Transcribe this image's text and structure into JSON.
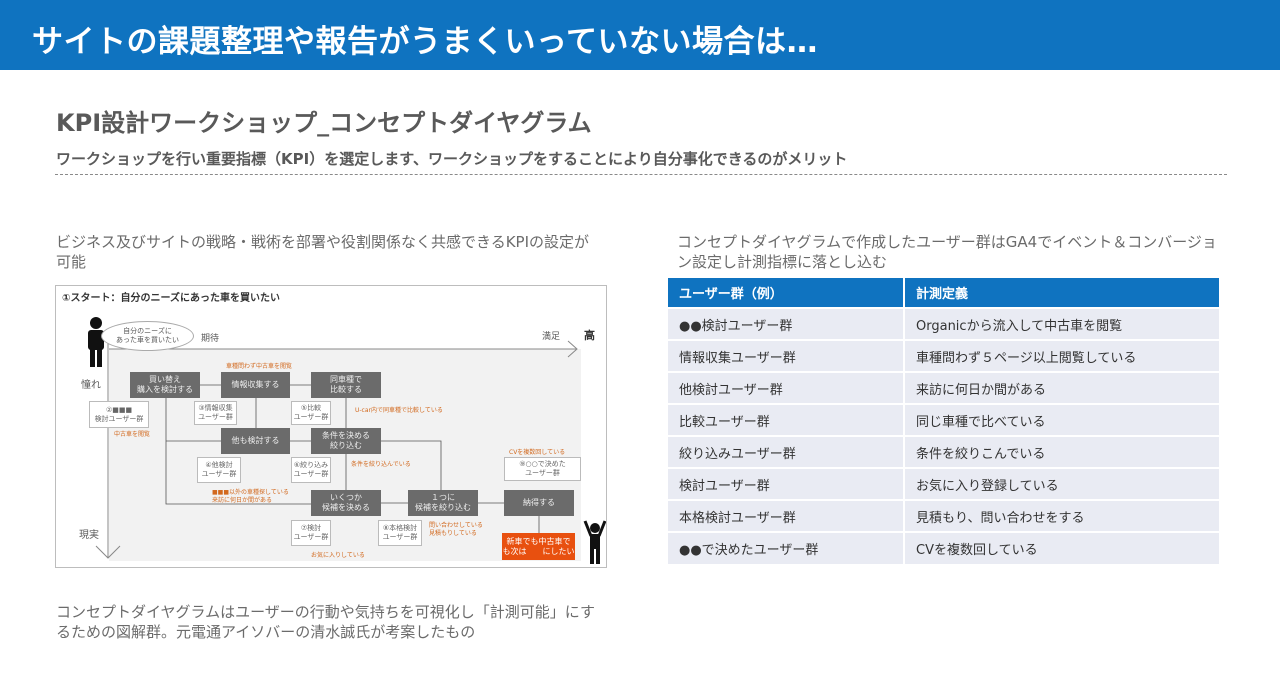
{
  "header": {
    "title": "サイトの課題整理や報告がうまくいっていない場合は…"
  },
  "section": {
    "title": "KPI設計ワークショップ_コンセプトダイヤグラム",
    "subtitle": "ワークショップを行い重要指標（KPI）を選定します、ワークショップをすることにより自分事化できるのがメリット"
  },
  "left": {
    "intro": "ビジネス及びサイトの戦略・戦術を部署や役割関係なく共感できるKPIの設定が可能",
    "caption": "コンセプトダイヤグラムはユーザーの行動や気持ちを可視化し「計測可能」にするための図解群。元電通アイソバーの清水誠氏が考案したもの"
  },
  "diagram": {
    "title": "①スタート：自分のニーズにあった車を買いたい",
    "bubble": "自分のニーズに\nあった車を買いたい",
    "axis": {
      "expect": "期待",
      "satisfy": "満足",
      "high": "高",
      "longing": "憧れ",
      "reality": "現実"
    },
    "boxes": [
      "買い替え\n購入を検討する",
      "情報収集する",
      "同車種で\n比較する",
      "他も検討する",
      "条件を決める\n絞り込む",
      "いくつか\n候補を決める",
      "１つに\n候補を絞り込む",
      "納得する"
    ],
    "goal": "新車でも中古車で\nも次は　　にしたい",
    "callouts": [
      "②■■■\n検討ユーザー群",
      "③情報収集\nユーザー群",
      "⑤比較\nユーザー群",
      "④他検討\nユーザー群",
      "⑥絞り込み\nユーザー群",
      "⑦検討\nユーザー群",
      "⑧本格検討\nユーザー群",
      "⑨○○で決めた\nユーザー群"
    ],
    "notes": [
      "車種問わず中古車を閲覧",
      "中古車を閲覧",
      "U-car内で同車種で比較している",
      "条件を絞り込んでいる",
      "CVを複数回している",
      "■■■以外の車種探している\n来訪に何日か間がある",
      "問い合わせしている\n見積もりしている",
      "お気に入りしている"
    ]
  },
  "right": {
    "intro": "コンセプトダイヤグラムで作成したユーザー群はGA4でイベント＆コンバージョン設定し計測指標に落とし込む",
    "table": {
      "headers": [
        "ユーザー群（例）",
        "計測定義"
      ],
      "rows": [
        [
          "●●検討ユーザー群",
          "Organicから流入して中古車を閲覧"
        ],
        [
          "情報収集ユーザー群",
          "車種問わず５ページ以上閲覧している"
        ],
        [
          "他検討ユーザー群",
          "来訪に何日か間がある"
        ],
        [
          "比較ユーザー群",
          "同じ車種で比べている"
        ],
        [
          "絞り込みユーザー群",
          "条件を絞りこんでいる"
        ],
        [
          "検討ユーザー群",
          "お気に入り登録している"
        ],
        [
          "本格検討ユーザー群",
          "見積もり、問い合わせをする"
        ],
        [
          "●●で決めたユーザー群",
          "CVを複数回している"
        ]
      ]
    }
  },
  "colors": {
    "brand": "#0f73c0",
    "accent": "#e8500f"
  }
}
